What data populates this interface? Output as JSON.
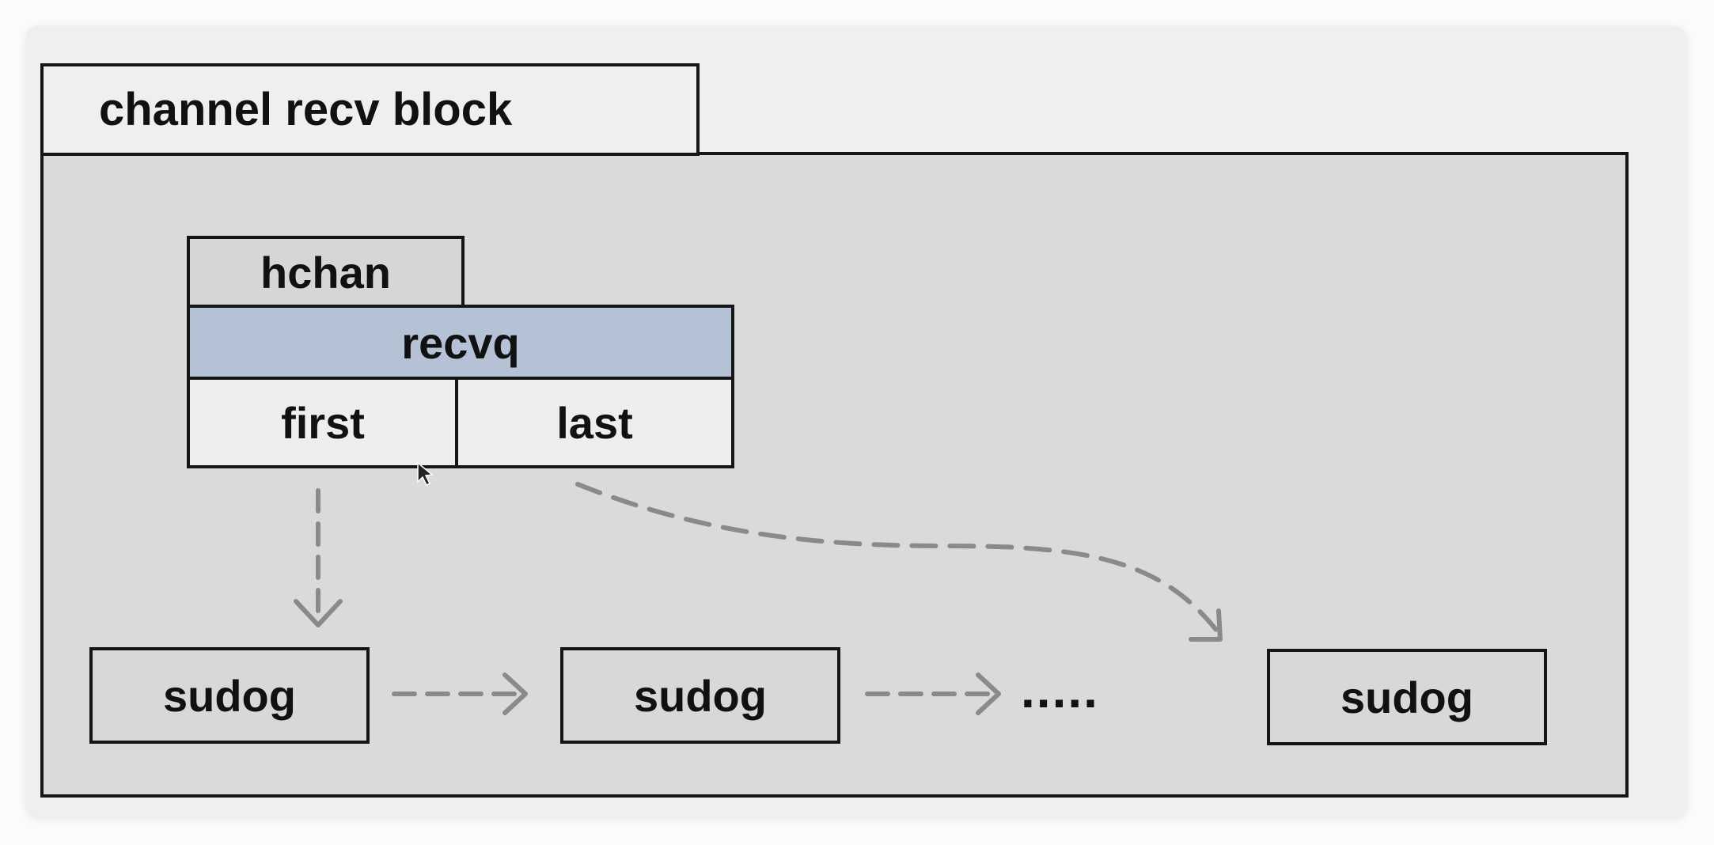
{
  "title": "channel recv block",
  "hchan": {
    "label": "hchan",
    "recvq_label": "recvq",
    "first_label": "first",
    "last_label": "last"
  },
  "queue": {
    "nodes": [
      {
        "label": "sudog"
      },
      {
        "label": "sudog"
      },
      {
        "label": "sudog"
      }
    ],
    "ellipsis": "....."
  },
  "colors": {
    "panel": "#dadada",
    "recvq_header": "#b5c1d4",
    "arrow": "#8a8a8a",
    "border": "#151515"
  }
}
